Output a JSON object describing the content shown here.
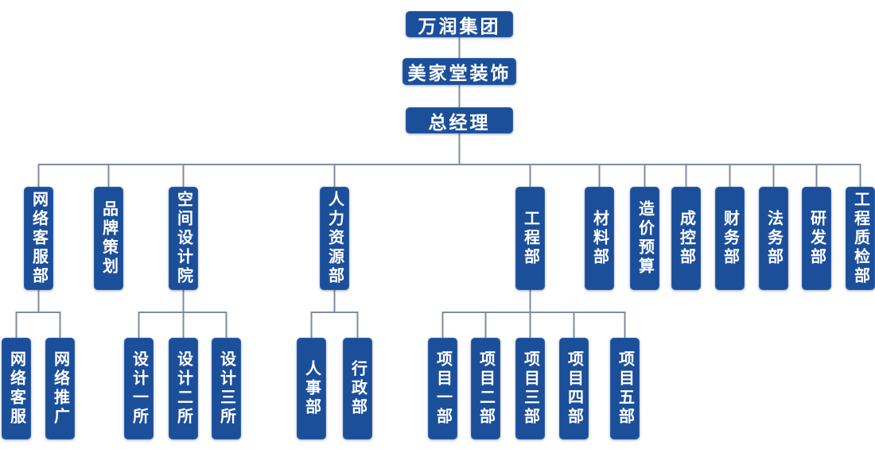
{
  "meta": {
    "background_color": "#ffffff",
    "node_fill_color": "#1c4f9a",
    "node_text_color": "#ffffff",
    "connector_color": "#7e8c9f"
  },
  "chain": [
    {
      "label": "万润集团"
    },
    {
      "label": "美家堂装饰"
    },
    {
      "label": "总经理"
    }
  ],
  "departments": [
    {
      "label": "网络客服部",
      "children": [
        {
          "label": "网络客服"
        },
        {
          "label": "网络推广"
        }
      ]
    },
    {
      "label": "品牌策划",
      "children": []
    },
    {
      "label": "空间设计院",
      "children": [
        {
          "label": "设计一所"
        },
        {
          "label": "设计二所"
        },
        {
          "label": "设计三所"
        }
      ]
    },
    {
      "label": "人力资源部",
      "children": [
        {
          "label": "人事部"
        },
        {
          "label": "行政部"
        }
      ]
    },
    {
      "label": "工程部",
      "children": [
        {
          "label": "项目一部"
        },
        {
          "label": "项目二部"
        },
        {
          "label": "项目三部"
        },
        {
          "label": "项目四部"
        },
        {
          "label": "项目五部"
        }
      ]
    },
    {
      "label": "材料部",
      "children": []
    },
    {
      "label": "造价预算",
      "children": []
    },
    {
      "label": "成控部",
      "children": []
    },
    {
      "label": "财务部",
      "children": []
    },
    {
      "label": "法务部",
      "children": []
    },
    {
      "label": "研发部",
      "children": []
    },
    {
      "label": "工程质检部",
      "children": []
    }
  ]
}
